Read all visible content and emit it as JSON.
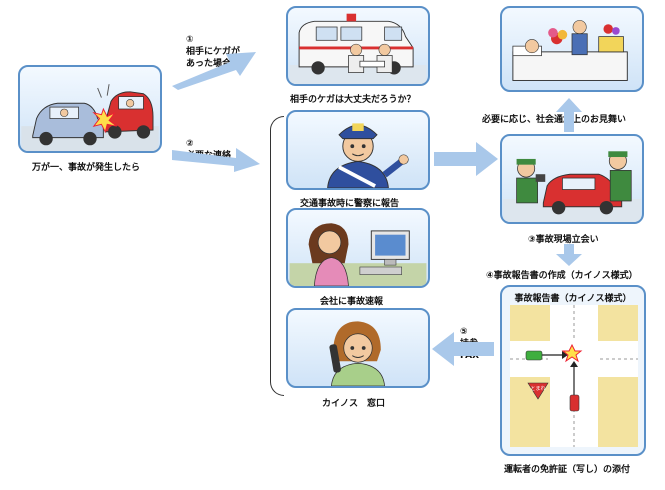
{
  "steps": {
    "accident_caption": "万が一、事故が発生したら",
    "branch_injury_num": "①",
    "branch_injury_line1": "相手にケガが",
    "branch_injury_line2": "あった場合",
    "branch_contact_num": "②",
    "branch_contact_label": "必要な連絡",
    "ambulance_caption": "相手のケガは大丈夫だろうか？",
    "hospital_caption": "必要に応じ、社会通念上のお見舞い",
    "police_caption": "交通事故時に警察に報告",
    "site_caption": "③事故現場立会い",
    "company_caption": "会社に事故速報",
    "report_step_caption": "④事故報告書の作成（カイノス様式）",
    "report_title": "事故報告書（カイノス様式）",
    "stop_sign_text": "とまれ",
    "license_caption": "運転者の免許証（写し）の添付",
    "step5_num": "⑤",
    "step5_line1": "持参",
    "step5_line2": "FAX",
    "kainos_caption": "カイノス　窓口"
  },
  "colors": {
    "panel_border": "#5a90c8",
    "arrow": "#a9c8ea",
    "car_red": "#d93030",
    "car_blue": "#9cb4d6"
  }
}
